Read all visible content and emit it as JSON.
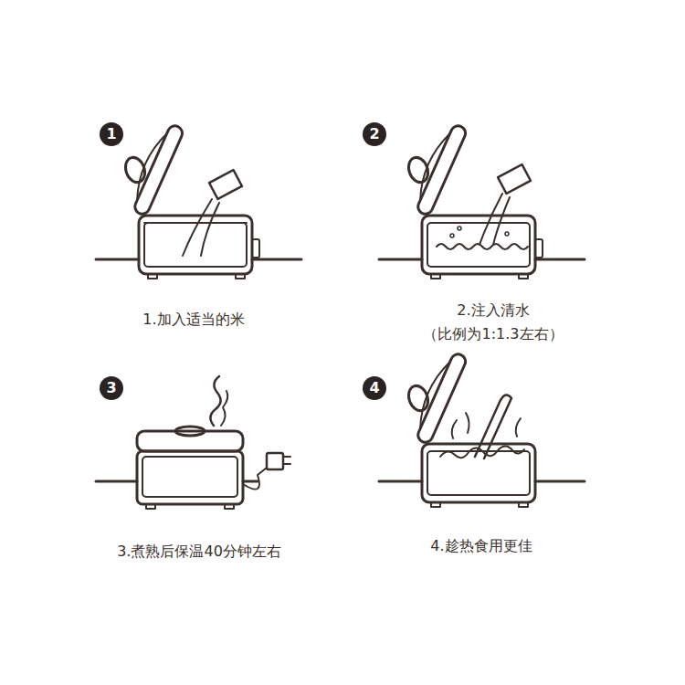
{
  "diagram": {
    "labels": [
      "1",
      "1.加入适当的米",
      "2",
      "2.注入清水",
      "（比例为1:1.3左右）",
      "3",
      "3.煮熟后保温40分钟左右",
      "4",
      "4.趁热食用更佳"
    ]
  }
}
